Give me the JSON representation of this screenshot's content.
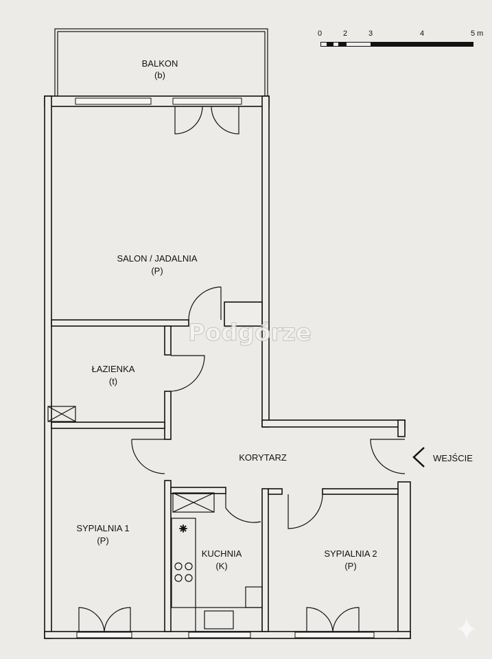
{
  "rooms": {
    "balcony": {
      "name": "BALKON",
      "code": "(b)"
    },
    "living": {
      "name": "SALON / JADALNIA",
      "code": "(P)"
    },
    "bathroom": {
      "name": "ŁAZIENKA",
      "code": "(t)"
    },
    "corridor": {
      "name": "KORYTARZ"
    },
    "bedroom1": {
      "name": "SYPIALNIA 1",
      "code": "(P)"
    },
    "kitchen": {
      "name": "KUCHNIA",
      "code": "(K)"
    },
    "bedroom2": {
      "name": "SYPIALNIA 2",
      "code": "(P)"
    }
  },
  "entrance": {
    "label": "WEJŚCIE"
  },
  "watermark": "Podgórze",
  "scale": {
    "ticks": [
      "0",
      "2",
      "3",
      "4",
      "5 m"
    ]
  }
}
